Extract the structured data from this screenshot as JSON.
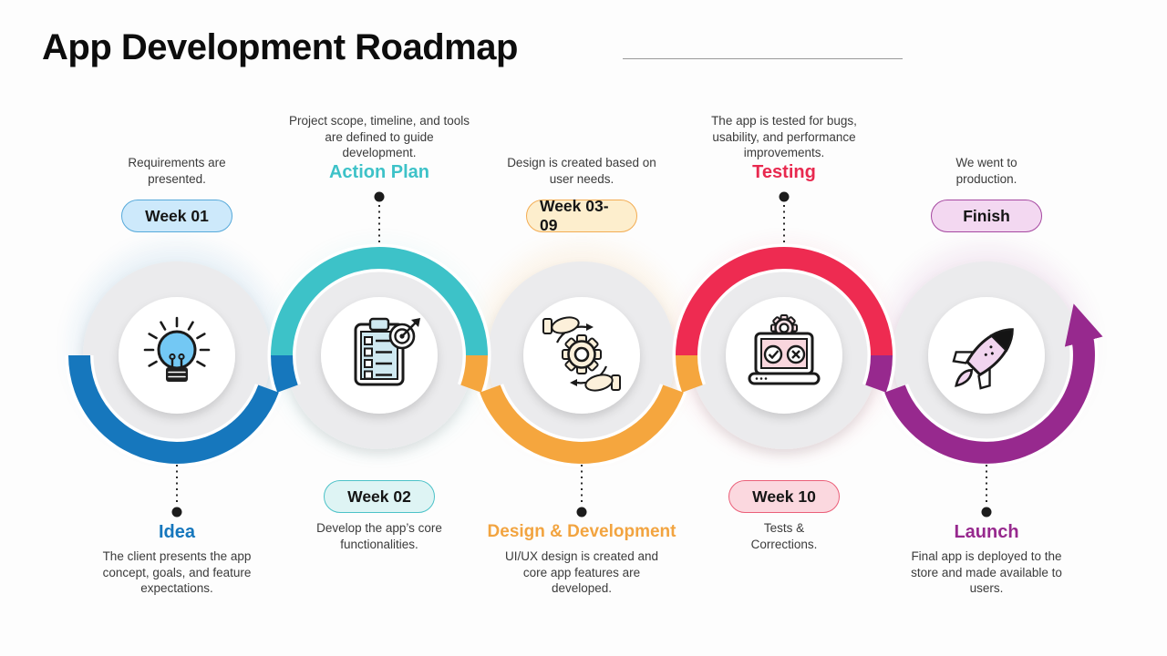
{
  "header": {
    "title": "App Development Roadmap"
  },
  "stages": [
    {
      "id": "idea",
      "title": "Idea",
      "accent_color": "#1677bd",
      "badge": {
        "label": "Week 01",
        "bg": "#cde9fb",
        "border": "#56a9da"
      },
      "top_text": "Requirements are presented.",
      "bottom_text": "The client presents the app concept, goals, and feature expectations.",
      "icon": "lightbulb-icon"
    },
    {
      "id": "action-plan",
      "title": "Action Plan",
      "accent_color": "#3dc2c8",
      "badge": {
        "label": "Week 02",
        "bg": "#def4f4",
        "border": "#4cc2c8"
      },
      "top_text": "Project scope, timeline, and tools are defined to guide development.",
      "bottom_text": "Develop the app’s core functionalities.",
      "icon": "checklist-target-icon"
    },
    {
      "id": "design-development",
      "title": "Design & Development",
      "accent_color": "#f2a440",
      "badge": {
        "label": "Week 03-09",
        "bg": "#fdeecd",
        "border": "#f3ac52"
      },
      "top_text": "Design is created based on user needs.",
      "bottom_text": "UI/UX design is created and core app features are developed.",
      "icon": "hands-gear-icon"
    },
    {
      "id": "testing",
      "title": "Testing",
      "accent_color": "#e8294f",
      "badge": {
        "label": "Week 10",
        "bg": "#fbd8df",
        "border": "#eb5f79"
      },
      "top_text": "The app is tested for bugs, usability, and performance improvements.",
      "bottom_text": "Tests & Corrections.",
      "icon": "laptop-testing-icon"
    },
    {
      "id": "launch",
      "title": "Launch",
      "accent_color": "#97298e",
      "badge": {
        "label": "Finish",
        "bg": "#f3d8f1",
        "border": "#a547a0"
      },
      "top_text": "We went to production.",
      "bottom_text": "Final app is deployed to the store and made available to users.",
      "icon": "rocket-icon"
    }
  ]
}
